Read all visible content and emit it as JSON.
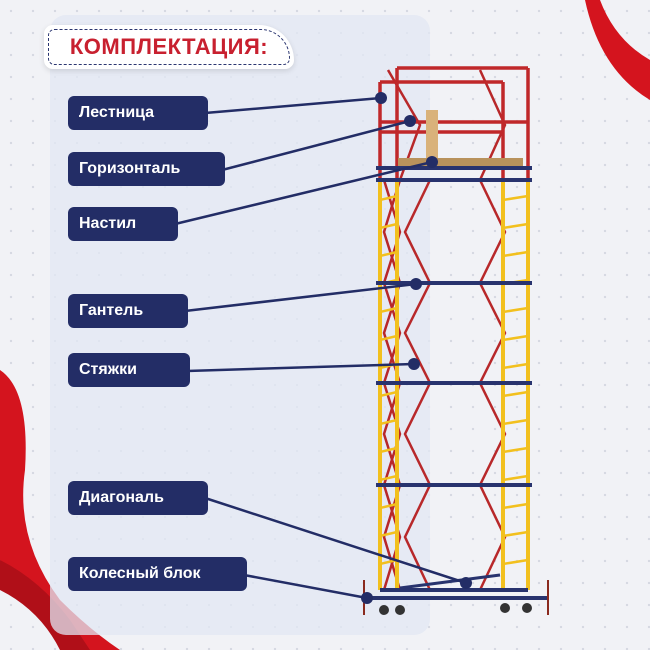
{
  "title": "КОМПЛЕКТАЦИЯ:",
  "components": [
    {
      "label": "Лестница"
    },
    {
      "label": "Горизонталь"
    },
    {
      "label": "Настил"
    },
    {
      "label": "Гантель"
    },
    {
      "label": "Стяжки"
    },
    {
      "label": "Диагональ"
    },
    {
      "label": "Колесный блок"
    }
  ],
  "colors": {
    "accent": "#c8202f",
    "label_bg": "#232d66",
    "frame_yellow": "#f2c01e",
    "frame_red": "#c0282a",
    "frame_blue": "#28336e"
  }
}
